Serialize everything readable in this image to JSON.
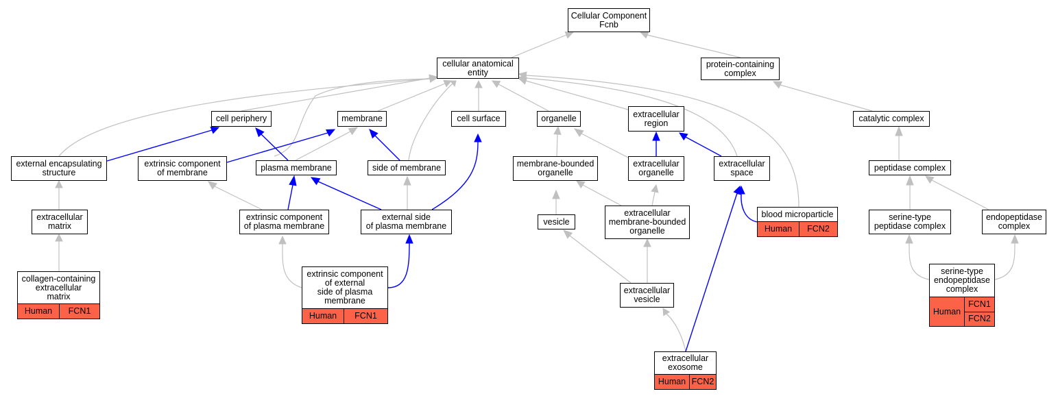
{
  "nodes": [
    {
      "id": "root",
      "lines": [
        "Cellular Component",
        "Fcnb"
      ]
    },
    {
      "id": "cae",
      "lines": [
        "cellular anatomical",
        "entity"
      ]
    },
    {
      "id": "pcc",
      "lines": [
        "protein-containing",
        "complex"
      ]
    },
    {
      "id": "cellper",
      "lines": [
        "cell periphery"
      ]
    },
    {
      "id": "membrane",
      "lines": [
        "membrane"
      ]
    },
    {
      "id": "cellsurf",
      "lines": [
        "cell surface"
      ]
    },
    {
      "id": "organelle",
      "lines": [
        "organelle"
      ]
    },
    {
      "id": "exreg",
      "lines": [
        "extracellular",
        "region"
      ]
    },
    {
      "id": "catcomp",
      "lines": [
        "catalytic complex"
      ]
    },
    {
      "id": "extenc",
      "lines": [
        "external encapsulating",
        "structure"
      ]
    },
    {
      "id": "extrmem",
      "lines": [
        "extrinsic component",
        "of membrane"
      ]
    },
    {
      "id": "plasmem",
      "lines": [
        "plasma membrane"
      ]
    },
    {
      "id": "sidemem",
      "lines": [
        "side of membrane"
      ]
    },
    {
      "id": "membound",
      "lines": [
        "membrane-bounded",
        "organelle"
      ]
    },
    {
      "id": "exorg",
      "lines": [
        "extracellular",
        "organelle"
      ]
    },
    {
      "id": "exspace",
      "lines": [
        "extracellular",
        "space"
      ]
    },
    {
      "id": "peptidase",
      "lines": [
        "peptidase complex"
      ]
    },
    {
      "id": "exmatrix",
      "lines": [
        "extracellular",
        "matrix"
      ]
    },
    {
      "id": "extrplas",
      "lines": [
        "extrinsic component",
        "of plasma membrane"
      ]
    },
    {
      "id": "extside",
      "lines": [
        "external side",
        "of plasma membrane"
      ]
    },
    {
      "id": "vesicle",
      "lines": [
        "vesicle"
      ]
    },
    {
      "id": "exmemorg",
      "lines": [
        "extracellular",
        "membrane-bounded",
        "organelle"
      ]
    },
    {
      "id": "bloodmp",
      "lines": [
        "blood microparticle"
      ],
      "annotation": {
        "organism": "Human",
        "genes": [
          "FCN2"
        ]
      }
    },
    {
      "id": "sertype",
      "lines": [
        "serine-type",
        "peptidase complex"
      ]
    },
    {
      "id": "endopep",
      "lines": [
        "endopeptidase",
        "complex"
      ]
    },
    {
      "id": "collagen",
      "lines": [
        "collagen-containing",
        "extracellular",
        "matrix"
      ],
      "annotation": {
        "organism": "Human",
        "genes": [
          "FCN1"
        ]
      }
    },
    {
      "id": "extrext",
      "lines": [
        "extrinsic component",
        "of external",
        "side of plasma",
        "membrane"
      ],
      "annotation": {
        "organism": "Human",
        "genes": [
          "FCN1"
        ]
      }
    },
    {
      "id": "exves",
      "lines": [
        "extracellular",
        "vesicle"
      ]
    },
    {
      "id": "serendo",
      "lines": [
        "serine-type",
        "endopeptidase",
        "complex"
      ],
      "annotation": {
        "organism": "Human",
        "genes": [
          "FCN1",
          "FCN2"
        ]
      }
    },
    {
      "id": "exosome",
      "lines": [
        "extracellular",
        "exosome"
      ],
      "annotation": {
        "organism": "Human",
        "genes": [
          "FCN2"
        ]
      }
    }
  ],
  "colors": {
    "annotation": "#fb6248",
    "is_a_edge": "#c0c0c0",
    "part_of_edge": "#0000ff"
  }
}
